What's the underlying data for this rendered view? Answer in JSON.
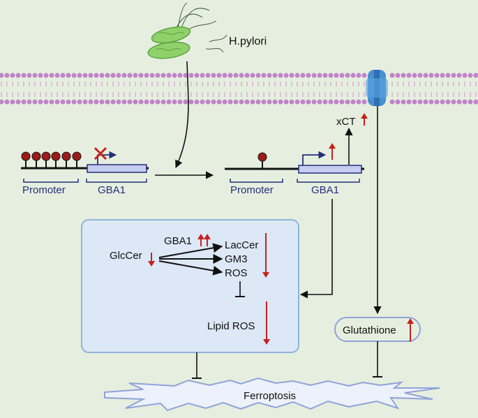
{
  "labels": {
    "bacterium": "H.pylori",
    "transporter": "xCT",
    "promoter_left": "Promoter",
    "gene_left": "GBA1",
    "promoter_right": "Promoter",
    "gene_right": "GBA1",
    "box_enzyme": "GBA1",
    "substrate": "GlcCer",
    "product_1": "LacCer",
    "product_2": "GM3",
    "product_3": "ROS",
    "lipid_ros": "Lipid ROS",
    "glutathione": "Glutathione",
    "ferroptosis": "Ferroptosis"
  },
  "colors": {
    "background": "#e6efdf",
    "membrane_head": "#c084c9",
    "membrane_tail": "#d9b0d6",
    "channel": "#4a90d0",
    "box_fill": "#dce8f5",
    "box_stroke": "#8fb3dc",
    "gene_fill": "#c5cdf0",
    "gene_stroke": "#232f7a",
    "promoter_text": "#232f7a",
    "arrow_up_down": "#c8201e",
    "methyl_pin": "#9e1b1b",
    "bacterium": "#8fd16b",
    "ferroptosis_fill": "#ecf1fb",
    "ferroptosis_stroke": "#8fa3d8",
    "text": "#111111"
  },
  "icons": {
    "blocked_transcription": "x-mark-icon",
    "regulation_up": "up-arrow-icon",
    "regulation_down": "down-arrow-icon"
  }
}
